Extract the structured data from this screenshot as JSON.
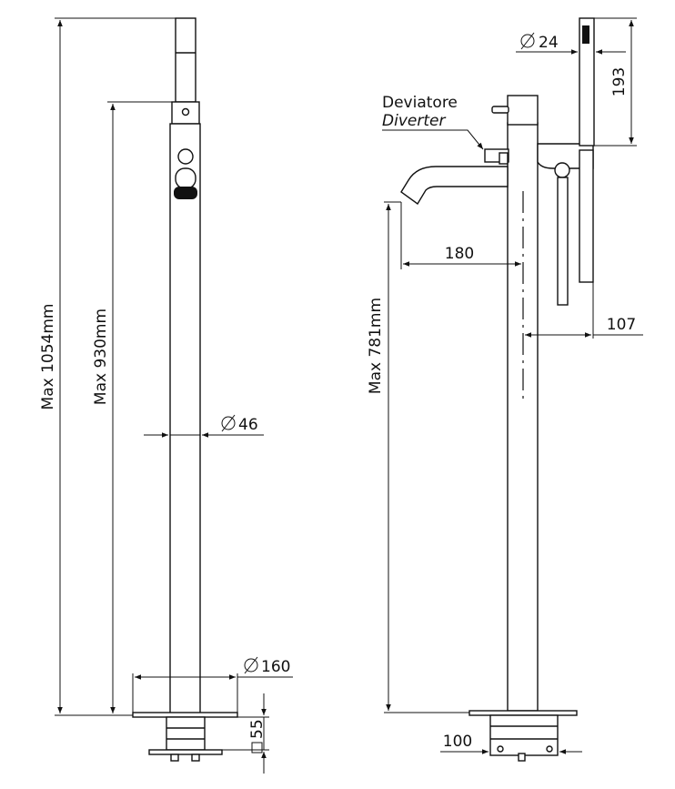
{
  "left_view": {
    "dim_max_1054": "Max 1054mm",
    "dim_max_930": "Max 930mm",
    "diameter_46": "46",
    "diameter_160": "160",
    "square_55": "55"
  },
  "right_view": {
    "diameter_24": "24",
    "dim_193": "193",
    "label_deviatore": "Deviatore",
    "label_diverter": "Diverter",
    "dim_180": "180",
    "dim_107": "107",
    "dim_max_781": "Max 781mm",
    "dim_100": "100"
  }
}
